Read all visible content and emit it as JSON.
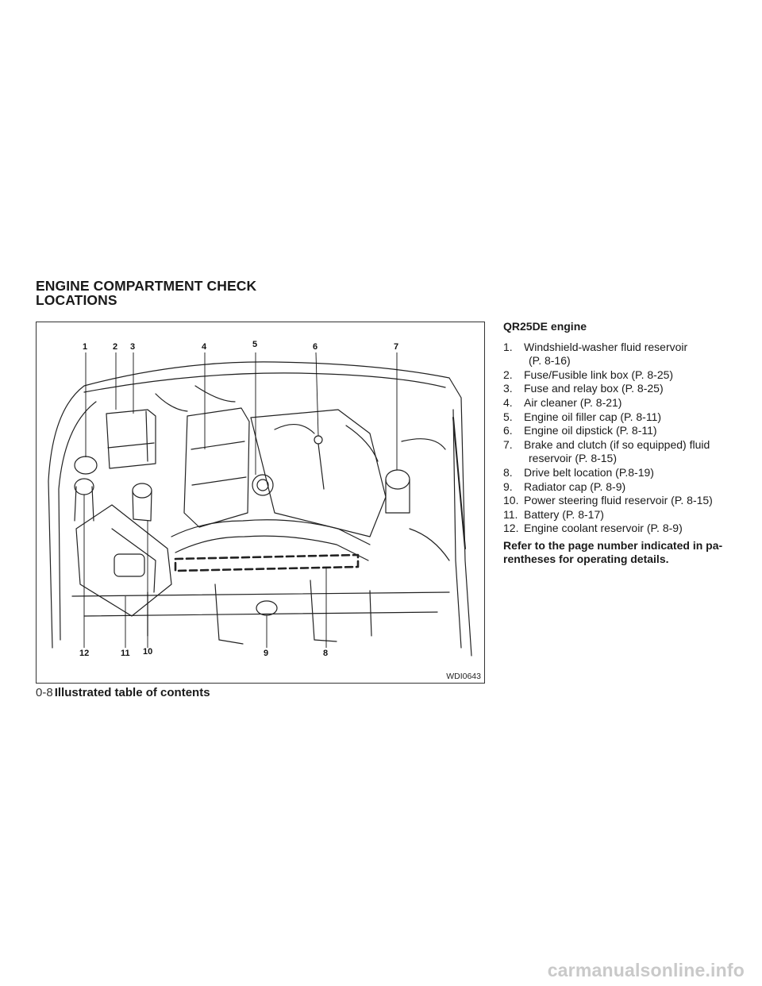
{
  "section_title": {
    "line1": "ENGINE COMPARTMENT CHECK",
    "line2": "LOCATIONS"
  },
  "figure": {
    "code": "WDI0643",
    "callouts_top": [
      "1",
      "2",
      "3",
      "4",
      "5",
      "6",
      "7"
    ],
    "callouts_bottom": [
      "12",
      "11",
      "10",
      "9",
      "8"
    ]
  },
  "content": {
    "subheading": "QR25DE engine",
    "items": [
      {
        "num": "1.",
        "text": "Windshield-washer fluid reservoir",
        "cont": "(P. 8-16)"
      },
      {
        "num": "2.",
        "text": "Fuse/Fusible link box (P. 8-25)"
      },
      {
        "num": "3.",
        "text": "Fuse and relay box (P. 8-25)"
      },
      {
        "num": "4.",
        "text": "Air cleaner (P. 8-21)"
      },
      {
        "num": "5.",
        "text": "Engine oil filler cap (P. 8-11)"
      },
      {
        "num": "6.",
        "text": "Engine oil dipstick (P. 8-11)"
      },
      {
        "num": "7.",
        "text": "Brake and clutch (if so equipped) fluid",
        "cont": "reservoir (P. 8-15)"
      },
      {
        "num": "8.",
        "text": "Drive belt location (P.8-19)"
      },
      {
        "num": "9.",
        "text": "Radiator cap (P. 8-9)"
      },
      {
        "num": "10.",
        "text": "Power steering fluid reservoir (P. 8-15)"
      },
      {
        "num": "11.",
        "text": "Battery (P. 8-17)"
      },
      {
        "num": "12.",
        "text": "Engine coolant reservoir (P. 8-9)"
      }
    ],
    "note": "Refer to the page number indicated in pa-rentheses for operating details."
  },
  "footer": {
    "page": "0-8",
    "title": "Illustrated table of contents"
  },
  "watermark": "carmanualsonline.info"
}
